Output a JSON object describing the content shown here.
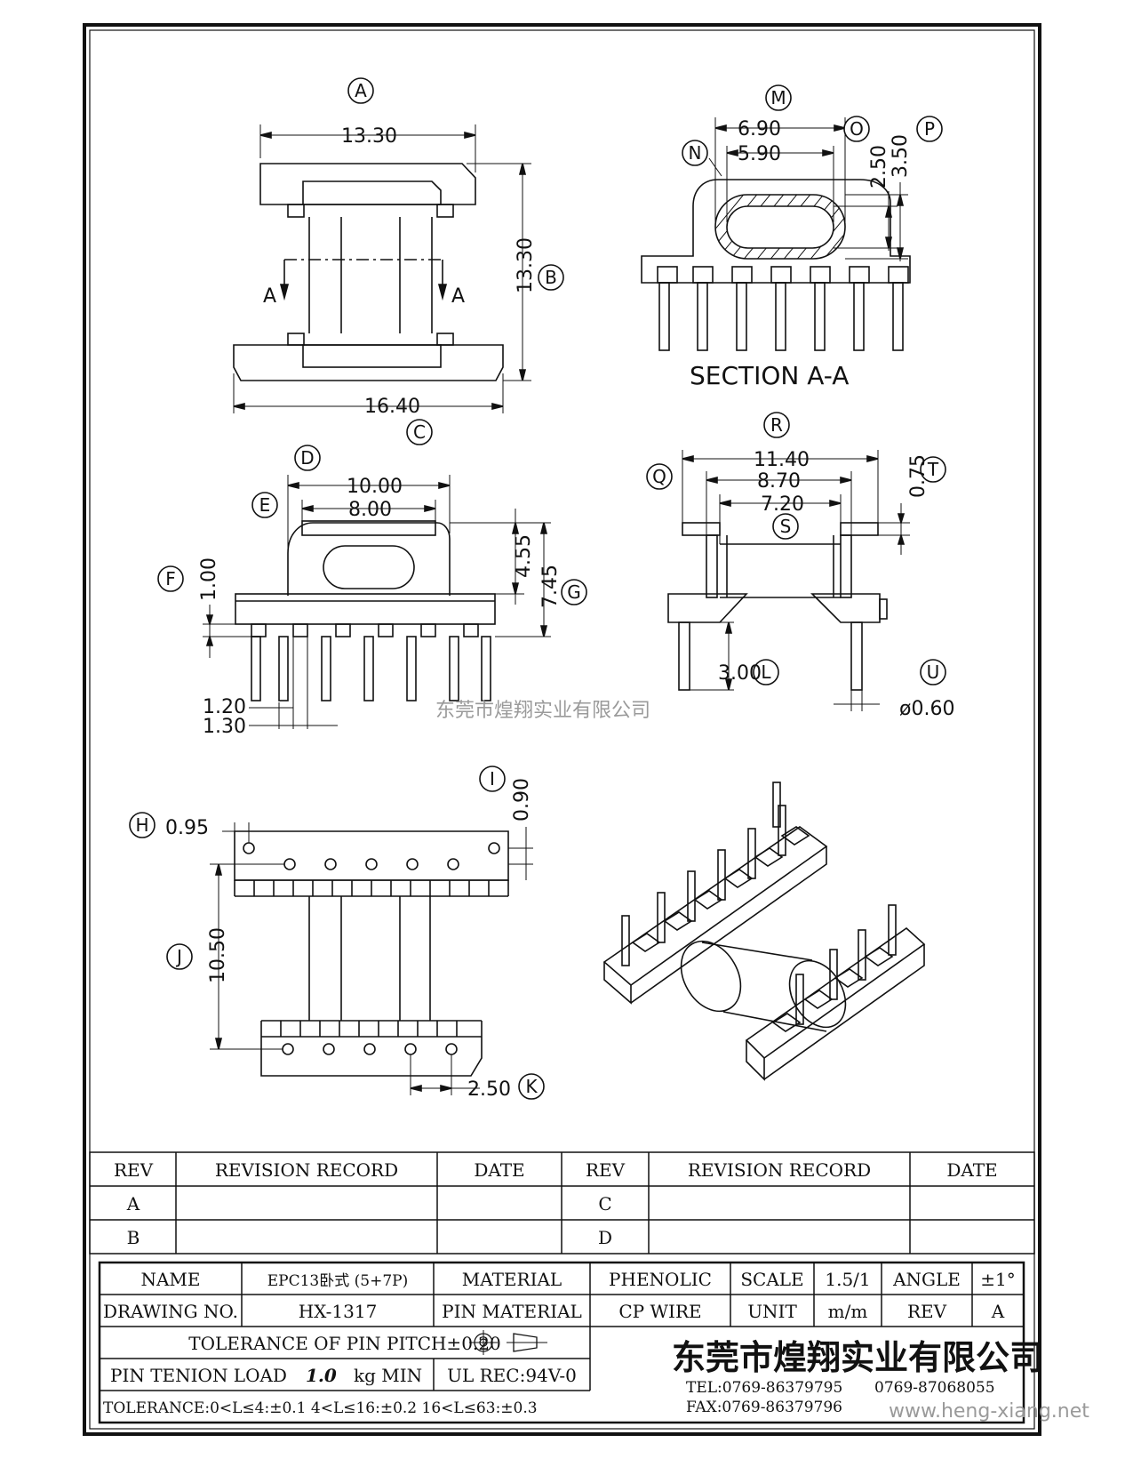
{
  "dimensions": {
    "A": "13.30",
    "B": "13.30",
    "C": "16.40",
    "M1": "6.90",
    "M2": "5.90",
    "O": "2.50",
    "P": "3.50",
    "D": "10.00",
    "E": "8.00",
    "F": "1.00",
    "G1": "4.55",
    "G2": "7.45",
    "P1": "1.20",
    "P2": "1.30",
    "R": "11.40",
    "Q": "8.70",
    "S": "7.20",
    "T": "0.75",
    "L": "3.00",
    "U": "ø0.60",
    "H": "0.95",
    "I": "0.90",
    "J": "10.50",
    "K": "2.50"
  },
  "callouts": {
    "A": "A",
    "B": "B",
    "C": "C",
    "D": "D",
    "E": "E",
    "F": "F",
    "G": "G",
    "H": "H",
    "I": "I",
    "J": "J",
    "K": "K",
    "L": "L",
    "M": "M",
    "N": "N",
    "O": "O",
    "P": "P",
    "Q": "Q",
    "R": "R",
    "S": "S",
    "T": "T",
    "U": "U"
  },
  "section_marker": "A",
  "section_title": "SECTION A-A",
  "watermark_center": "东莞市煌翔实业有限公司",
  "watermark_url": "www.heng-xiang.net",
  "revision_table": {
    "headers": [
      "REV",
      "REVISION RECORD",
      "DATE",
      "REV",
      "REVISION RECORD",
      "DATE"
    ],
    "rows": [
      [
        "A",
        "",
        "",
        "C",
        "",
        ""
      ],
      [
        "B",
        "",
        "",
        "D",
        "",
        ""
      ]
    ]
  },
  "title_block": {
    "name_label": "NAME",
    "name_value": "EPC13卧式 (5+7P)",
    "material_label": "MATERIAL",
    "material_value": "PHENOLIC",
    "scale_label": "SCALE",
    "scale_value": "1.5/1",
    "angle_label": "ANGLE",
    "angle_value": "±1°",
    "drawing_no_label": "DRAWING NO.",
    "drawing_no_value": "HX-1317",
    "pin_material_label": "PIN MATERIAL",
    "pin_material_value": "CP WIRE",
    "unit_label": "UNIT",
    "unit_value": "m/m",
    "rev_label": "REV",
    "rev_value": "A",
    "tolerance_pitch": "TOLERANCE OF PIN PITCH±0.20",
    "pin_tension_label": "PIN TENION LOAD",
    "pin_tension_value": "1.0",
    "pin_tension_unit": "kg MIN",
    "ul": "UL REC:94V-0",
    "tolerance_general": "TOLERANCE:0<L≤4:±0.1   4<L≤16:±0.2   16<L≤63:±0.3",
    "company": "东莞市煌翔实业有限公司",
    "tel": "TEL:0769-86379795",
    "tel2": "0769-87068055",
    "fax": "FAX:0769-86379796"
  }
}
